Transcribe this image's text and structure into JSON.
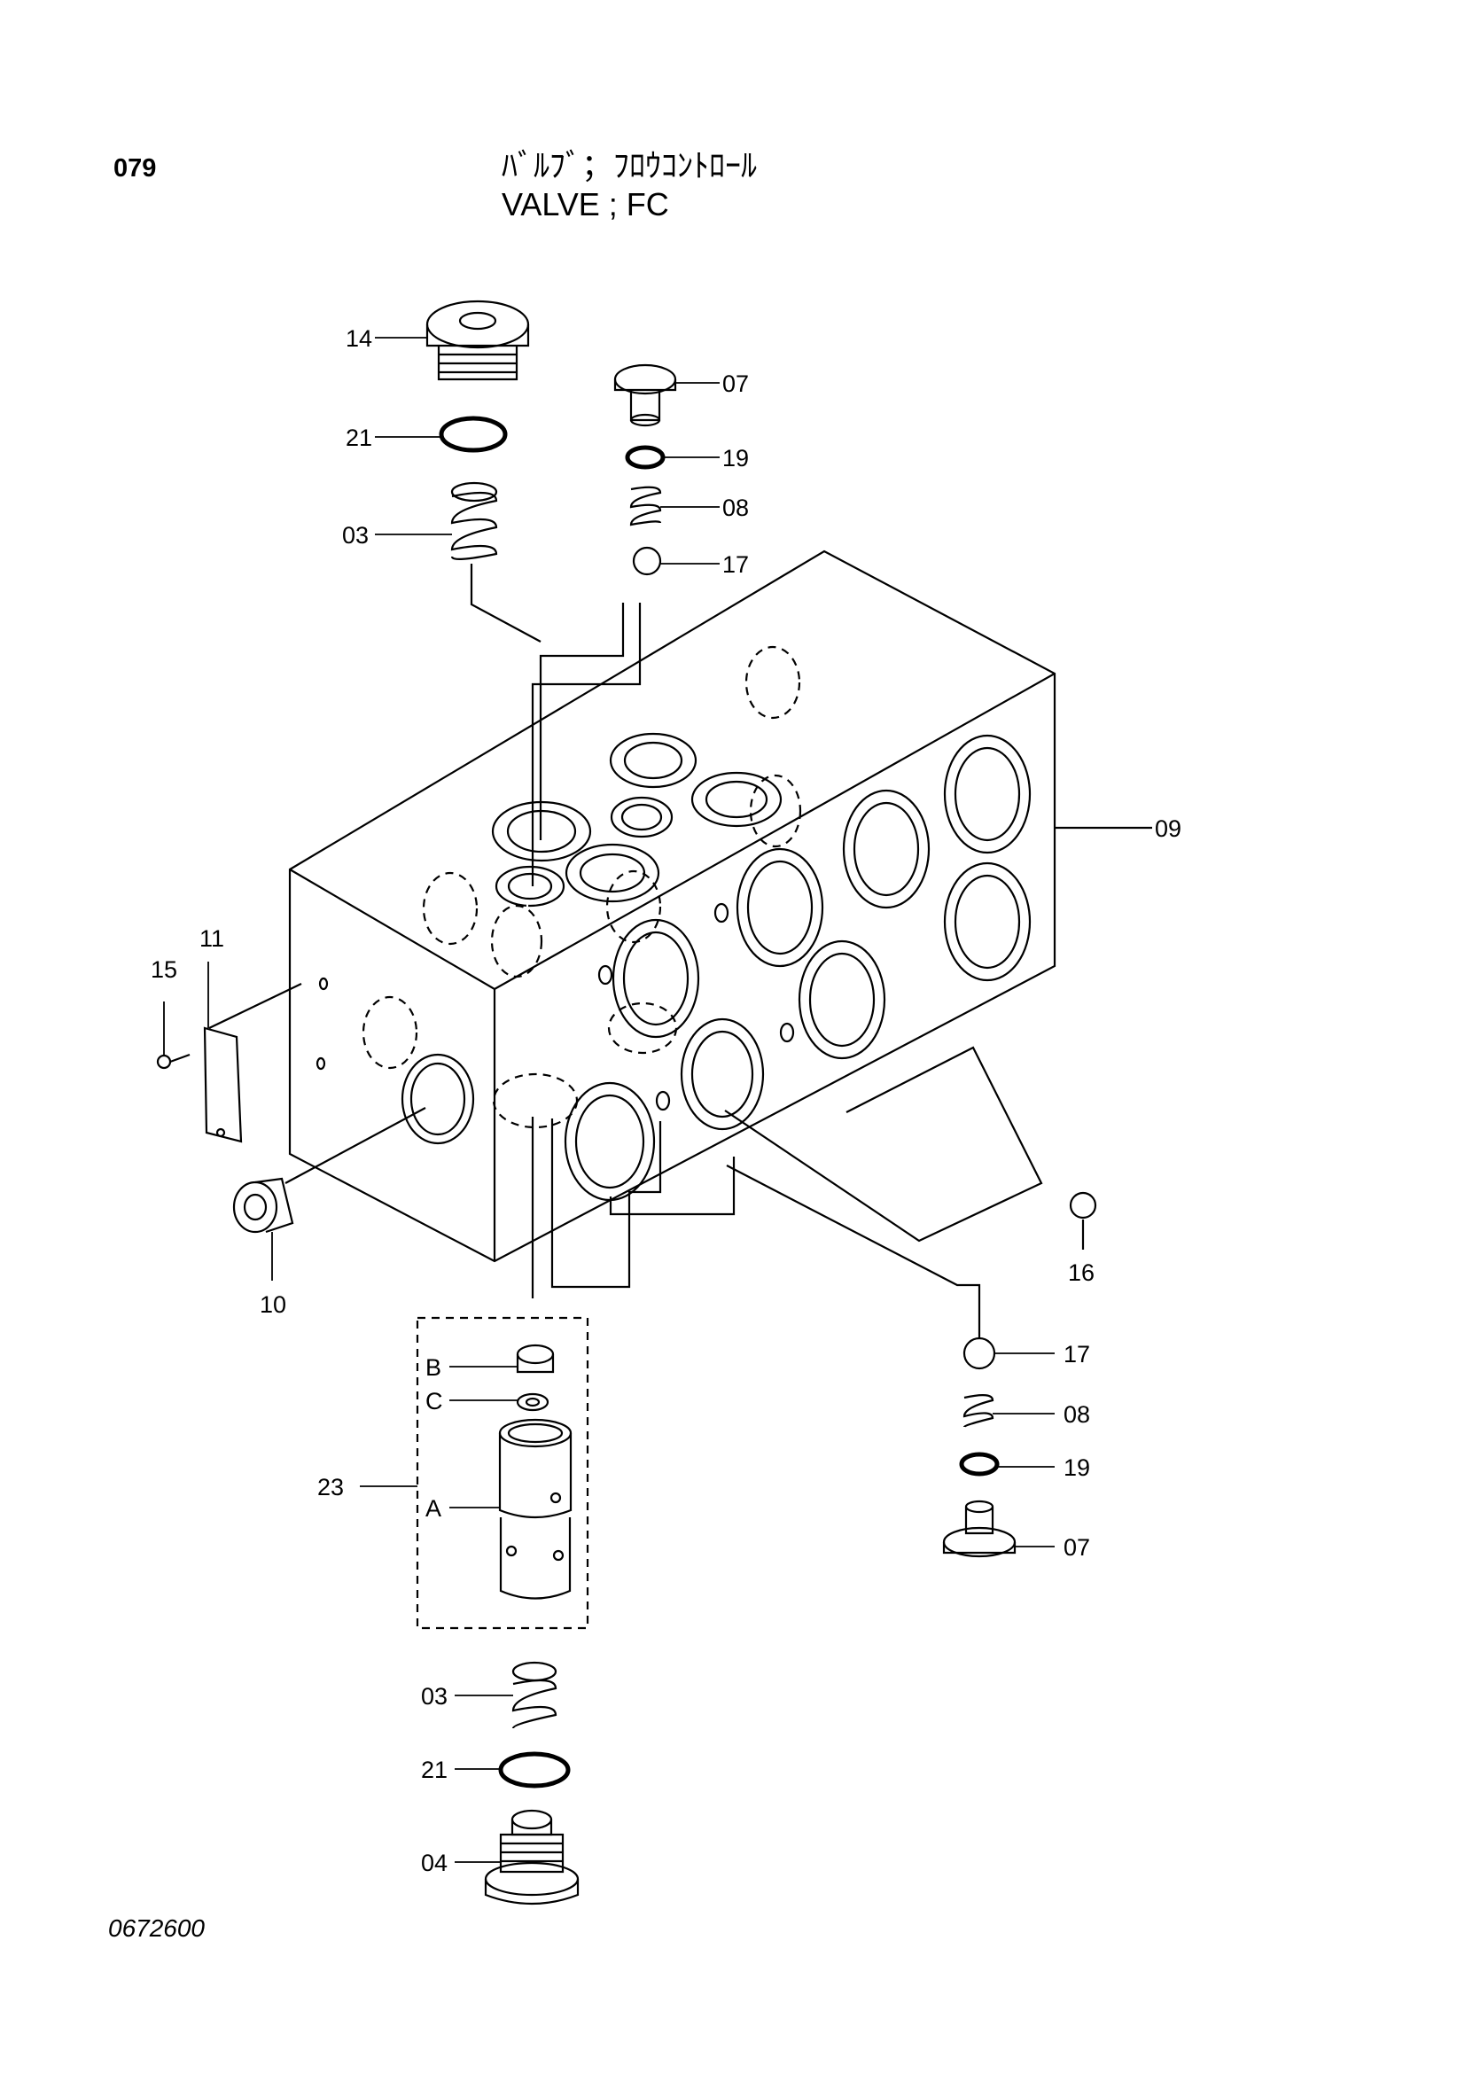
{
  "header": {
    "page_number": "079",
    "title_jp": "ﾊﾞﾙﾌﾞ；ﾌﾛｳｺﾝﾄﾛｰﾙ",
    "title_en": "VALVE ; FC"
  },
  "callouts": {
    "c14": "14",
    "c21a": "21",
    "c03a": "03",
    "c07a": "07",
    "c19a": "19",
    "c08a": "08",
    "c17a": "17",
    "c09": "09",
    "c11": "11",
    "c15": "15",
    "c10": "10",
    "c16": "16",
    "c17b": "17",
    "c08b": "08",
    "c19b": "19",
    "c07b": "07",
    "c23": "23",
    "cB": "B",
    "cC": "C",
    "cA": "A",
    "c03b": "03",
    "c21b": "21",
    "c04": "04"
  },
  "footer": {
    "drawing_number": "0672600"
  }
}
